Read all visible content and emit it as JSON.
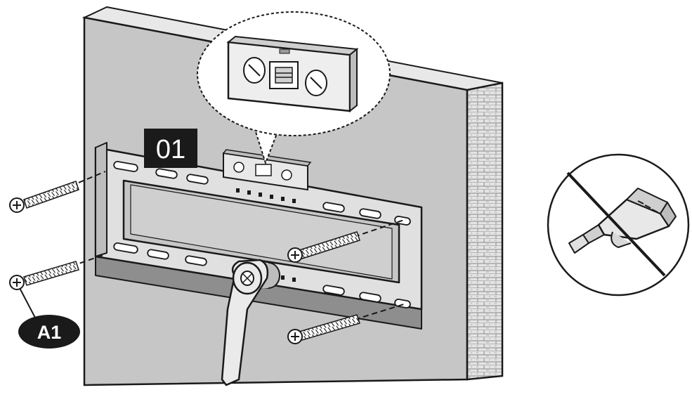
{
  "diagram": {
    "step_number": "01",
    "part_label": "A1",
    "colors": {
      "wall_face": "#c6c6c6",
      "wall_edge": "#e6e6e6",
      "outline": "#1a1a1a",
      "bracket": "#e2e2e2",
      "label_bg": "#1a1a1a",
      "label_text": "#ffffff"
    },
    "icons": [
      "wall",
      "wall-mount-bracket",
      "wood-screw",
      "spirit-level",
      "socket-wrench",
      "no-power-drill"
    ]
  }
}
